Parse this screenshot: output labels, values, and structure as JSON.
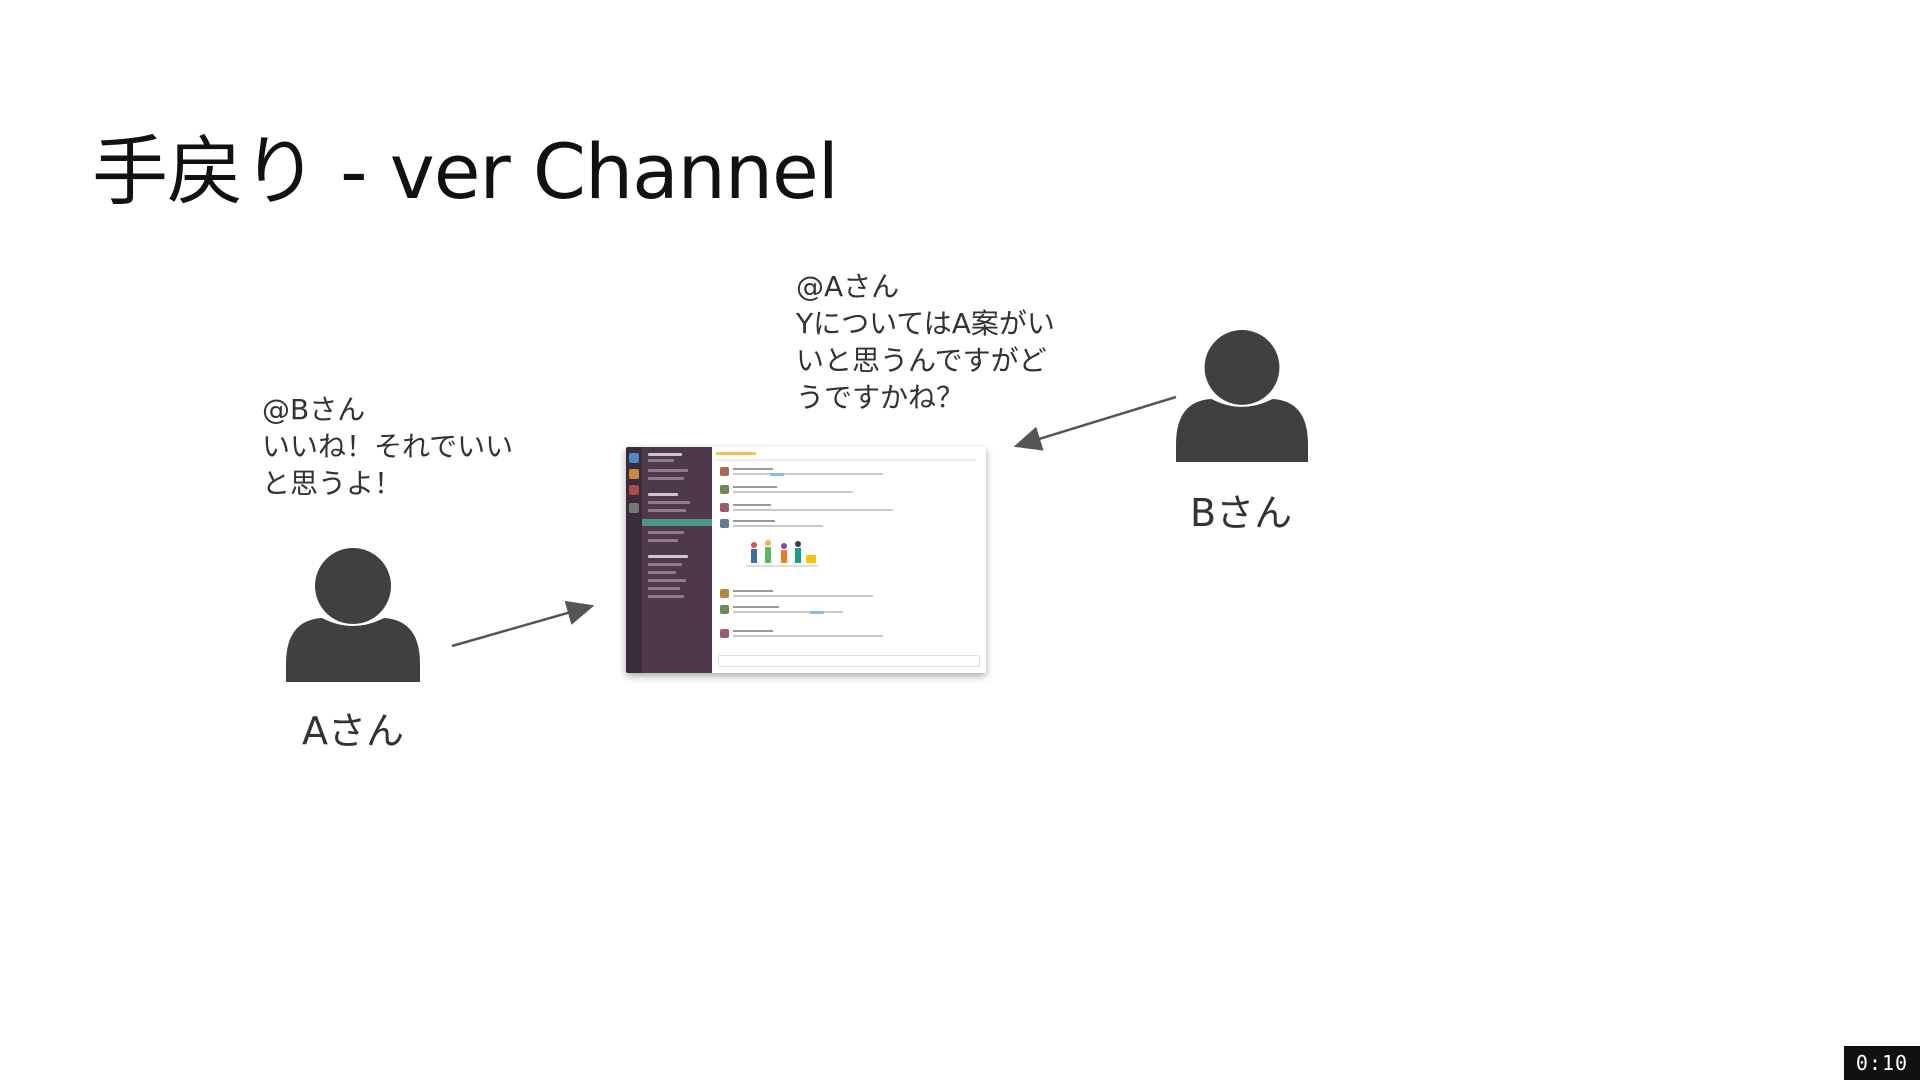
{
  "slide": {
    "title": "手戻り - ver Channel"
  },
  "person_a": {
    "label": "Aさん",
    "message": "@Bさん\nいいね！それでいい\nと思うよ！"
  },
  "person_b": {
    "label": "Bさん",
    "message": "@Aさん\nYについてはA案がい\nいと思うんですがど\nうですかね？"
  },
  "icons": {
    "person_a_icon": "user-icon",
    "person_b_icon": "user-icon",
    "chat_window": "slack-window-thumbnail"
  },
  "colors": {
    "icon": "#404040",
    "arrow": "#555555",
    "sidebar": "#4d394b",
    "rail": "#3b2a3b",
    "active_channel": "#4c9689"
  },
  "video": {
    "timestamp": "0:10"
  }
}
